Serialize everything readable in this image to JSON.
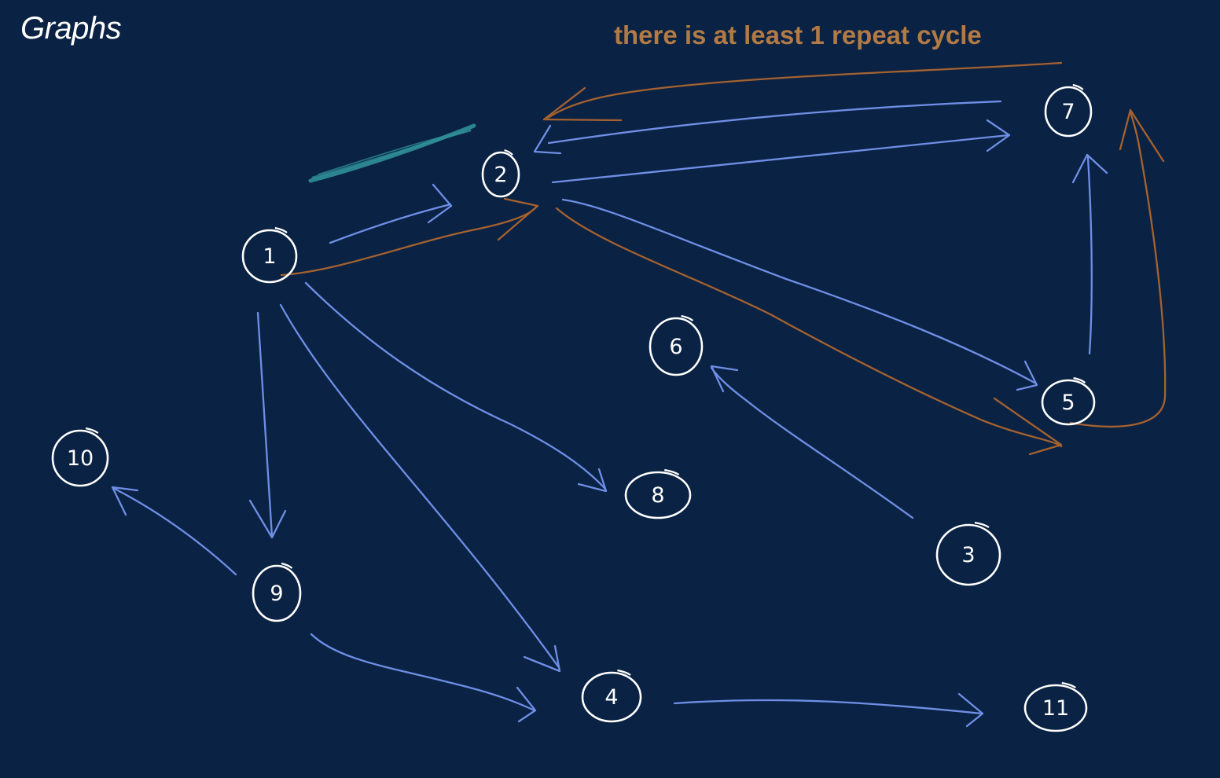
{
  "header": {
    "title": "Graphs",
    "annotation": "there is at least 1 repeat cycle"
  },
  "colors": {
    "background": "#0a2244",
    "ink": "#ffffff",
    "edge": "#6f8fe6",
    "cycle": "#a5622f",
    "annotation": "#b27a45",
    "highlighter": "#2f8f98"
  },
  "graph": {
    "nodes": [
      {
        "id": "1",
        "label": "1"
      },
      {
        "id": "2",
        "label": "2"
      },
      {
        "id": "3",
        "label": "3"
      },
      {
        "id": "4",
        "label": "4"
      },
      {
        "id": "5",
        "label": "5"
      },
      {
        "id": "6",
        "label": "6"
      },
      {
        "id": "7",
        "label": "7"
      },
      {
        "id": "8",
        "label": "8"
      },
      {
        "id": "9",
        "label": "9"
      },
      {
        "id": "10",
        "label": "10"
      },
      {
        "id": "11",
        "label": "11"
      }
    ],
    "edges": [
      {
        "from": "1",
        "to": "2"
      },
      {
        "from": "1",
        "to": "9"
      },
      {
        "from": "1",
        "to": "4"
      },
      {
        "from": "1",
        "to": "8"
      },
      {
        "from": "2",
        "to": "7"
      },
      {
        "from": "7",
        "to": "2"
      },
      {
        "from": "2",
        "to": "5"
      },
      {
        "from": "5",
        "to": "7"
      },
      {
        "from": "3",
        "to": "6"
      },
      {
        "from": "9",
        "to": "10"
      },
      {
        "from": "9",
        "to": "4"
      },
      {
        "from": "4",
        "to": "11"
      }
    ],
    "highlighted_cycle": [
      "1",
      "2",
      "5",
      "7",
      "2"
    ]
  }
}
